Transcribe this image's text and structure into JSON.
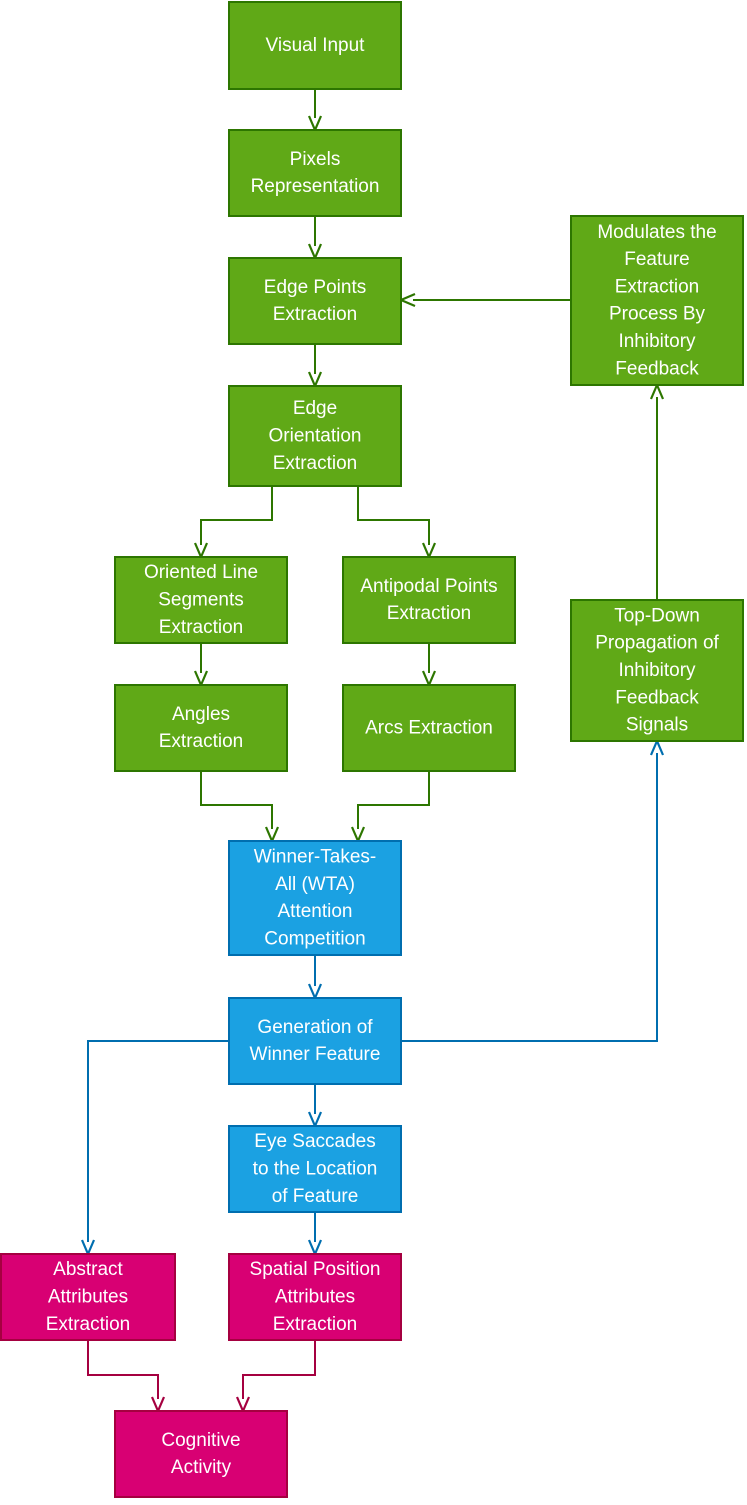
{
  "colors": {
    "green_fill": "#60a917",
    "green_stroke": "#2d7600",
    "blue_fill": "#1ba1e2",
    "blue_stroke": "#006eaf",
    "pink_fill": "#d80073",
    "pink_stroke": "#a50040",
    "text": "#ffffff"
  },
  "nodes": {
    "visual_input": {
      "lines": [
        "Visual Input"
      ]
    },
    "pixels_representation": {
      "lines": [
        "Pixels",
        "Representation"
      ]
    },
    "edge_points_extraction": {
      "lines": [
        "Edge Points",
        "Extraction"
      ]
    },
    "edge_orientation_extraction": {
      "lines": [
        "Edge",
        "Orientation",
        "Extraction"
      ]
    },
    "oriented_line_segments_extraction": {
      "lines": [
        "Oriented Line",
        "Segments",
        "Extraction"
      ]
    },
    "antipodal_points_extraction": {
      "lines": [
        "Antipodal Points",
        "Extraction"
      ]
    },
    "angles_extraction": {
      "lines": [
        "Angles",
        "Extraction"
      ]
    },
    "arcs_extraction": {
      "lines": [
        "Arcs Extraction"
      ]
    },
    "wta_attention_competition": {
      "lines": [
        "Winner-Takes-",
        "All (WTA)",
        "Attention",
        "Competition"
      ]
    },
    "generation_of_winner_feature": {
      "lines": [
        "Generation of",
        "Winner Feature"
      ]
    },
    "eye_saccades": {
      "lines": [
        "Eye Saccades",
        "to the Location",
        "of Feature"
      ]
    },
    "abstract_attributes_extraction": {
      "lines": [
        "Abstract",
        "Attributes",
        "Extraction"
      ]
    },
    "spatial_position_attributes_extraction": {
      "lines": [
        "Spatial Position",
        "Attributes",
        "Extraction"
      ]
    },
    "cognitive_activity": {
      "lines": [
        "Cognitive",
        "Activity"
      ]
    },
    "top_down_propagation": {
      "lines": [
        "Top-Down",
        "Propagation of",
        "Inhibitory",
        "Feedback",
        "Signals"
      ]
    },
    "modulates_feature_extraction": {
      "lines": [
        "Modulates the",
        "Feature",
        "Extraction",
        "Process By",
        "Inhibitory",
        "Feedback"
      ]
    }
  },
  "edges": [
    {
      "from": "visual_input",
      "to": "pixels_representation",
      "color": "green"
    },
    {
      "from": "pixels_representation",
      "to": "edge_points_extraction",
      "color": "green"
    },
    {
      "from": "edge_points_extraction",
      "to": "edge_orientation_extraction",
      "color": "green"
    },
    {
      "from": "edge_orientation_extraction",
      "to": "oriented_line_segments_extraction",
      "color": "green"
    },
    {
      "from": "edge_orientation_extraction",
      "to": "antipodal_points_extraction",
      "color": "green"
    },
    {
      "from": "oriented_line_segments_extraction",
      "to": "angles_extraction",
      "color": "green"
    },
    {
      "from": "antipodal_points_extraction",
      "to": "arcs_extraction",
      "color": "green"
    },
    {
      "from": "angles_extraction",
      "to": "wta_attention_competition",
      "color": "green"
    },
    {
      "from": "arcs_extraction",
      "to": "wta_attention_competition",
      "color": "green"
    },
    {
      "from": "wta_attention_competition",
      "to": "generation_of_winner_feature",
      "color": "blue"
    },
    {
      "from": "generation_of_winner_feature",
      "to": "eye_saccades",
      "color": "blue"
    },
    {
      "from": "generation_of_winner_feature",
      "to": "abstract_attributes_extraction",
      "color": "blue"
    },
    {
      "from": "generation_of_winner_feature",
      "to": "top_down_propagation",
      "color": "blue"
    },
    {
      "from": "eye_saccades",
      "to": "spatial_position_attributes_extraction",
      "color": "blue"
    },
    {
      "from": "abstract_attributes_extraction",
      "to": "cognitive_activity",
      "color": "pink"
    },
    {
      "from": "spatial_position_attributes_extraction",
      "to": "cognitive_activity",
      "color": "pink"
    },
    {
      "from": "top_down_propagation",
      "to": "modulates_feature_extraction",
      "color": "green"
    },
    {
      "from": "modulates_feature_extraction",
      "to": "edge_points_extraction",
      "color": "green"
    }
  ]
}
